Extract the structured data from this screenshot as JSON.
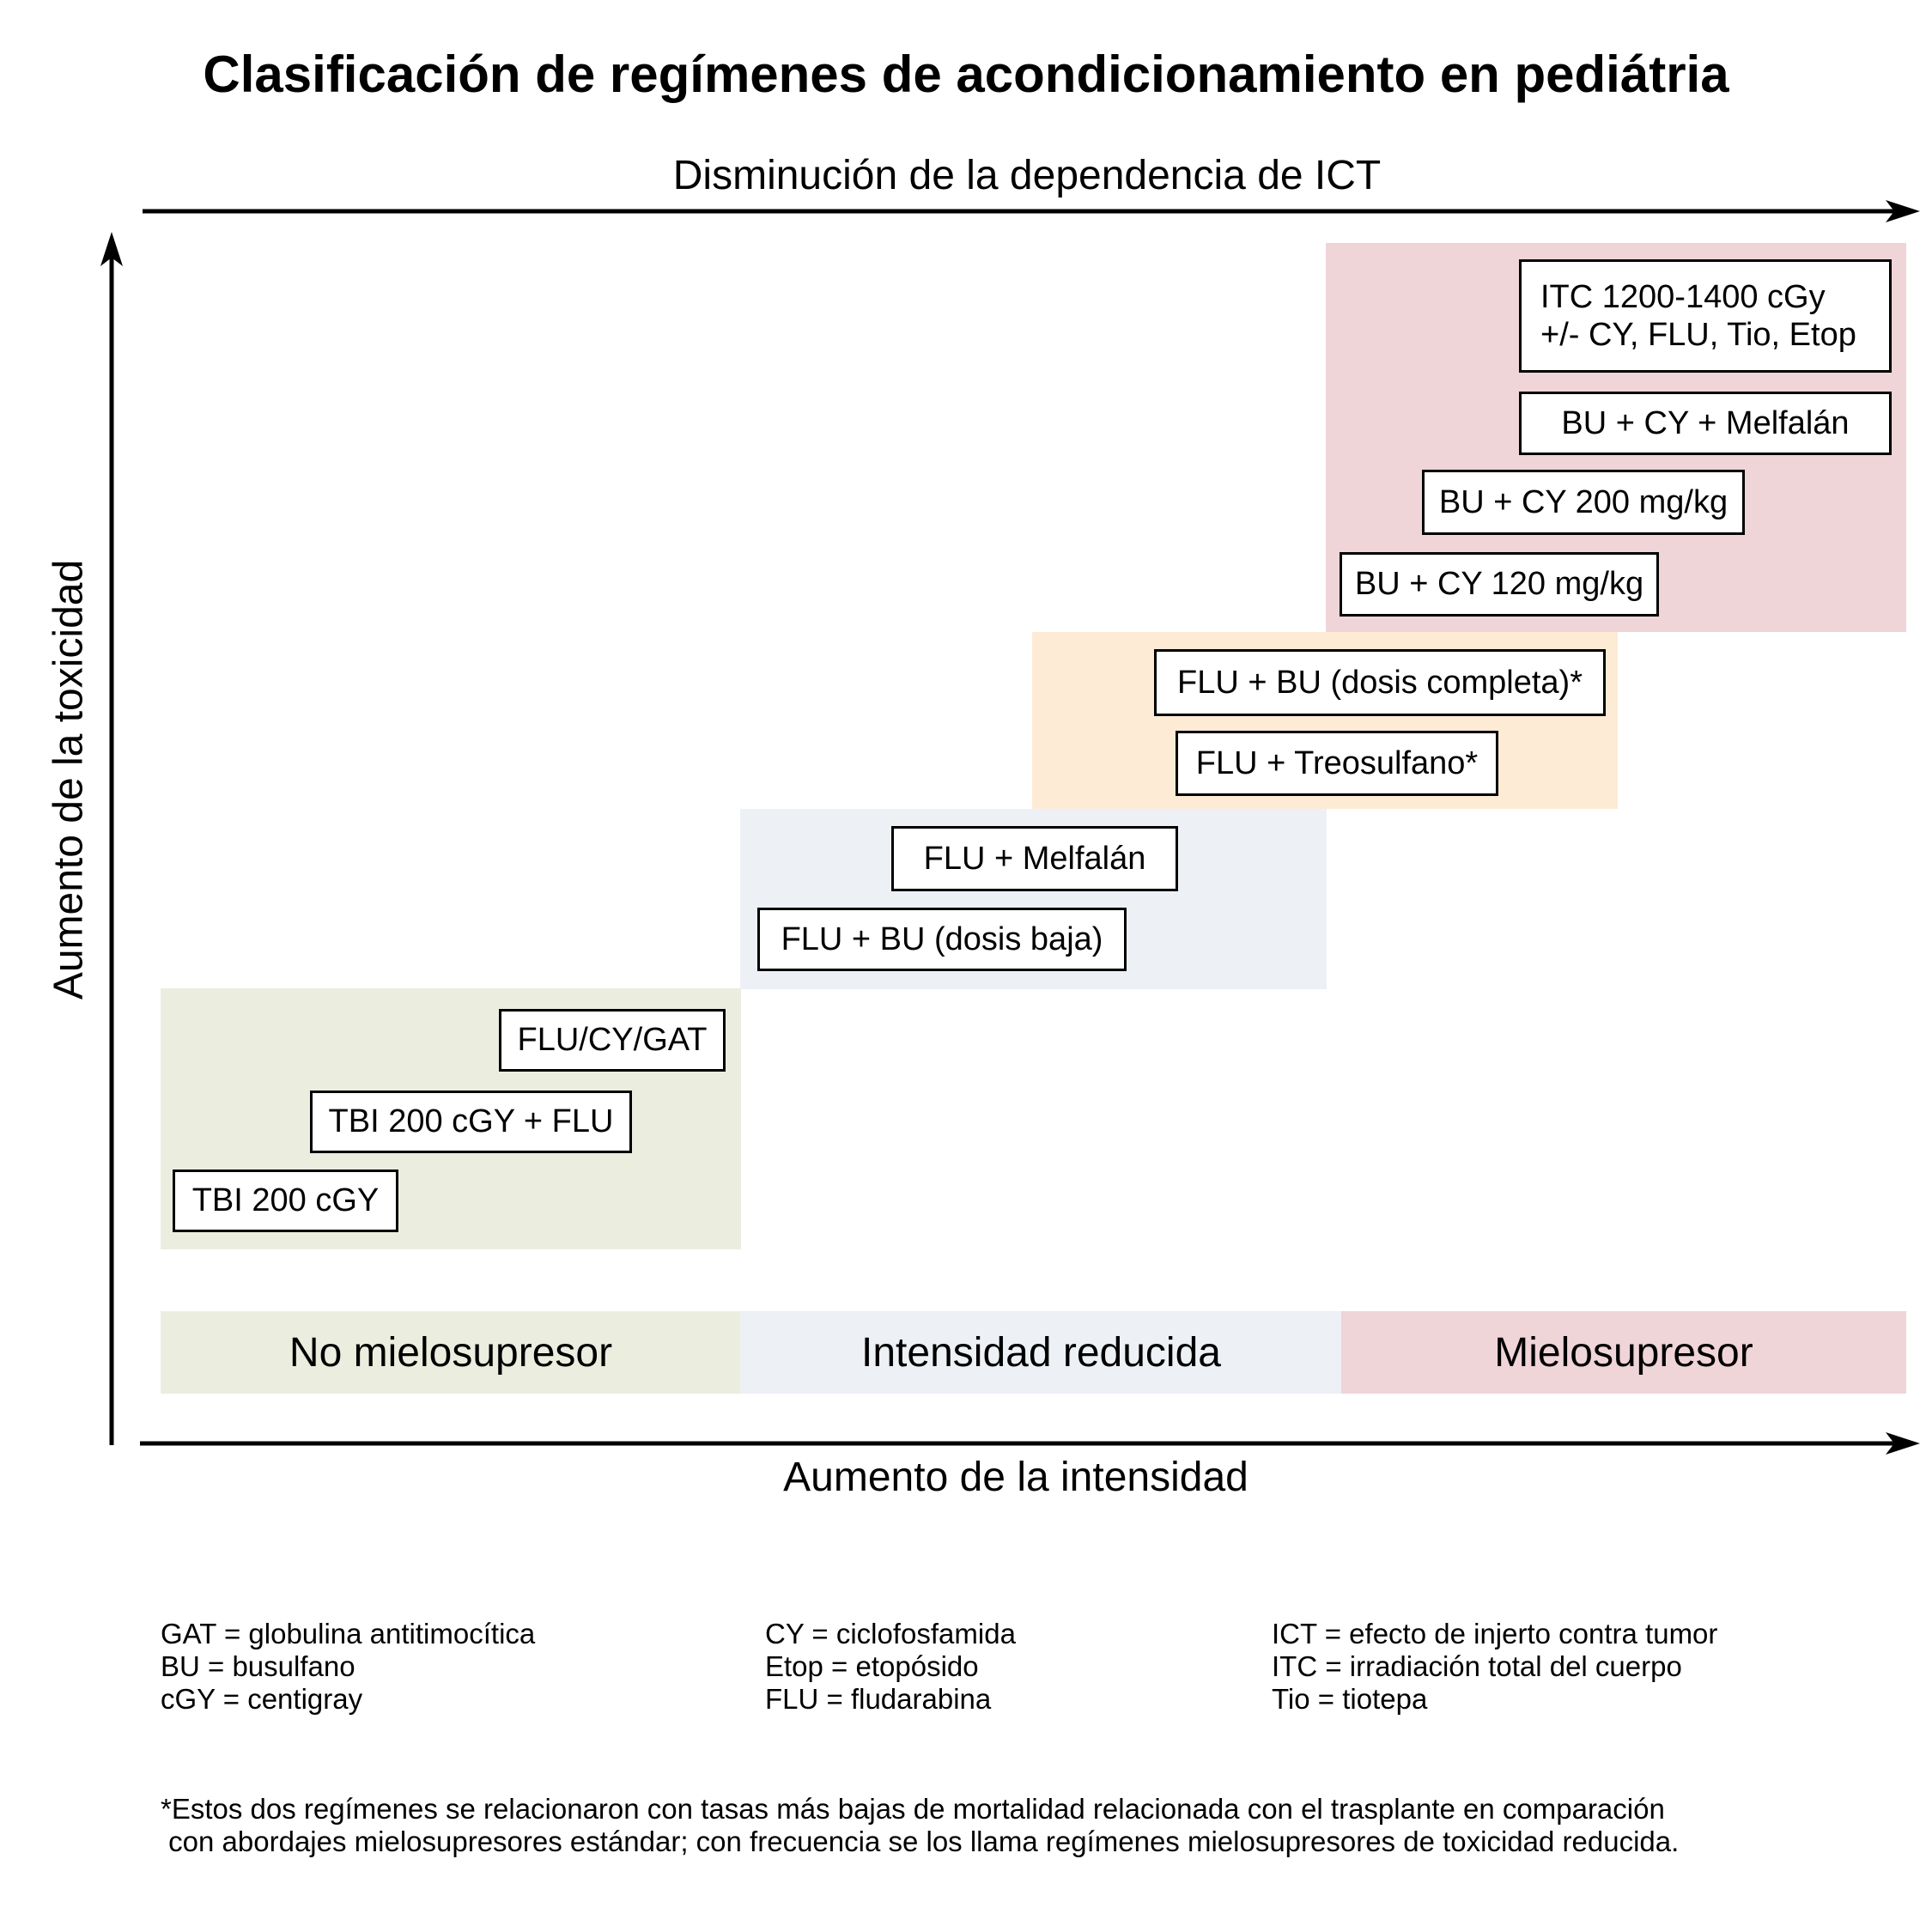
{
  "title": "Clasificación de regímenes de acondicionamiento en pediátria",
  "axes": {
    "top": "Disminución de la dependencia de ICT",
    "bottom": "Aumento de la intensidad",
    "left": "Aumento de la toxicidad"
  },
  "colors": {
    "no_mielosupresor": "#ebeedf",
    "intensidad_reducida": "#edf0f5",
    "intermedio": "#fdebd6",
    "mielosupresor": "#efd4d8"
  },
  "regimens": {
    "no_mielosupresor": [
      "FLU/CY/GAT",
      "TBI 200 cGY + FLU",
      "TBI 200 cGY"
    ],
    "intensidad_reducida": [
      "FLU + Melfalán",
      "FLU + BU (dosis baja)"
    ],
    "toxicidad_reducida": [
      "FLU + BU (dosis completa)*",
      "FLU + Treosulfano*"
    ],
    "mielosupresor": {
      "itc_line1": "ITC 1200-1400 cGy",
      "itc_line2": "+/- CY, FLU, Tio, Etop",
      "items": [
        "BU + CY + Melfalán",
        "BU + CY 200 mg/kg",
        "BU + CY 120 mg/kg"
      ]
    }
  },
  "categories": [
    "No mielosupresor",
    "Intensidad reducida",
    "Mielosupresor"
  ],
  "legend": [
    [
      "GAT = globulina antitimocítica",
      "BU = busulfano",
      "cGY = centigray"
    ],
    [
      "CY = ciclofosfamida",
      "Etop = etopósido",
      "FLU = fludarabina"
    ],
    [
      "ICT = efecto de injerto contra tumor",
      "ITC = irradiación total del cuerpo",
      "Tio = tiotepa"
    ]
  ],
  "footnote": "*Estos dos regímenes se relacionaron con tasas más bajas de mortalidad relacionada con el trasplante en comparación\n con abordajes mielosupresores estándar; con frecuencia se los llama regímenes mielosupresores de toxicidad reducida."
}
